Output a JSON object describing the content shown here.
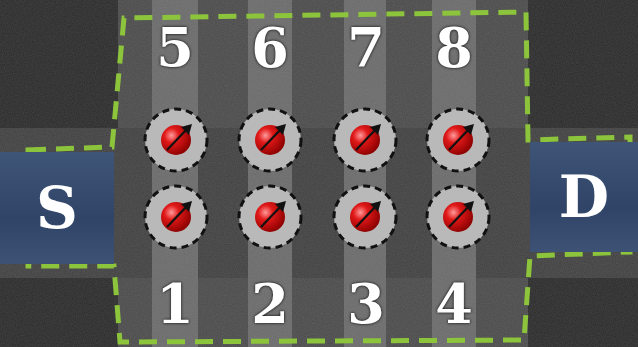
{
  "diagram": {
    "nodes": [
      {
        "text": [
          "S"
        ]
      },
      {
        "text": [
          "D"
        ]
      }
    ],
    "labels": [
      "5",
      "6",
      "7",
      "8",
      "1",
      "2",
      "3",
      "4"
    ]
  }
}
